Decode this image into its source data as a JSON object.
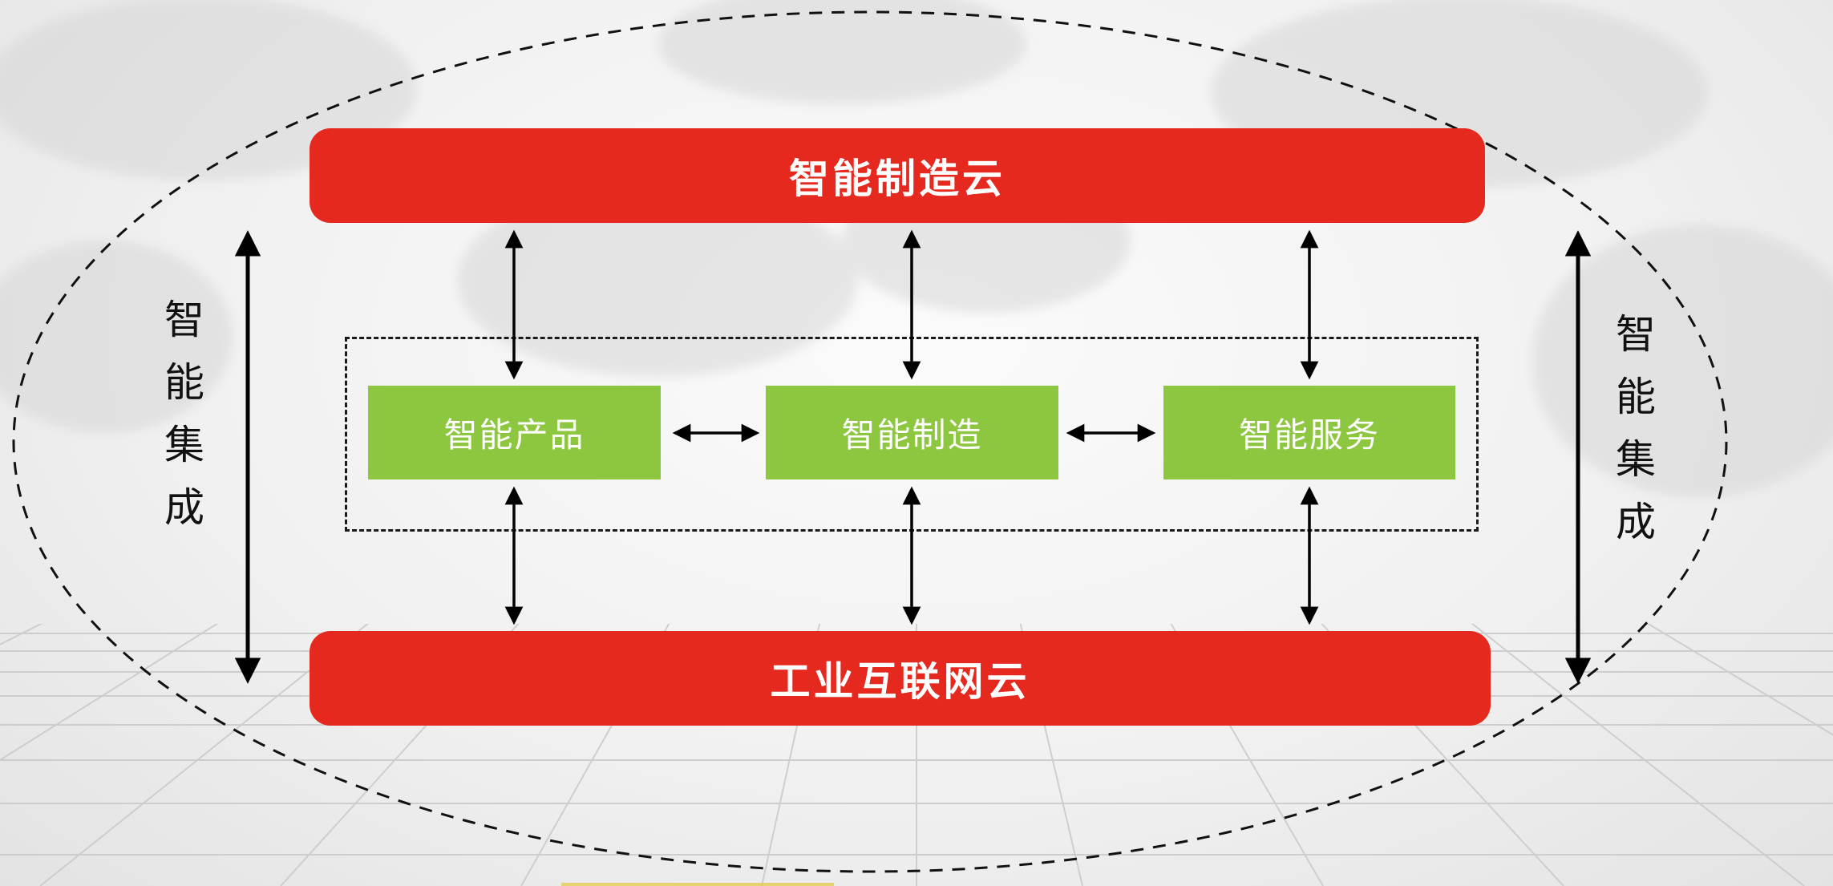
{
  "diagram": {
    "top_bar": {
      "label": "智能制造云"
    },
    "bottom_bar": {
      "label": "工业互联网云"
    },
    "middle_group": {
      "boxes": [
        {
          "label": "智能产品"
        },
        {
          "label": "智能制造"
        },
        {
          "label": "智能服务"
        }
      ]
    },
    "side_labels": {
      "left": "智能集成",
      "right": "智能集成"
    },
    "colors": {
      "bar_red": "#e5291e",
      "box_green": "#8dc63f",
      "line_black": "#000000"
    }
  }
}
